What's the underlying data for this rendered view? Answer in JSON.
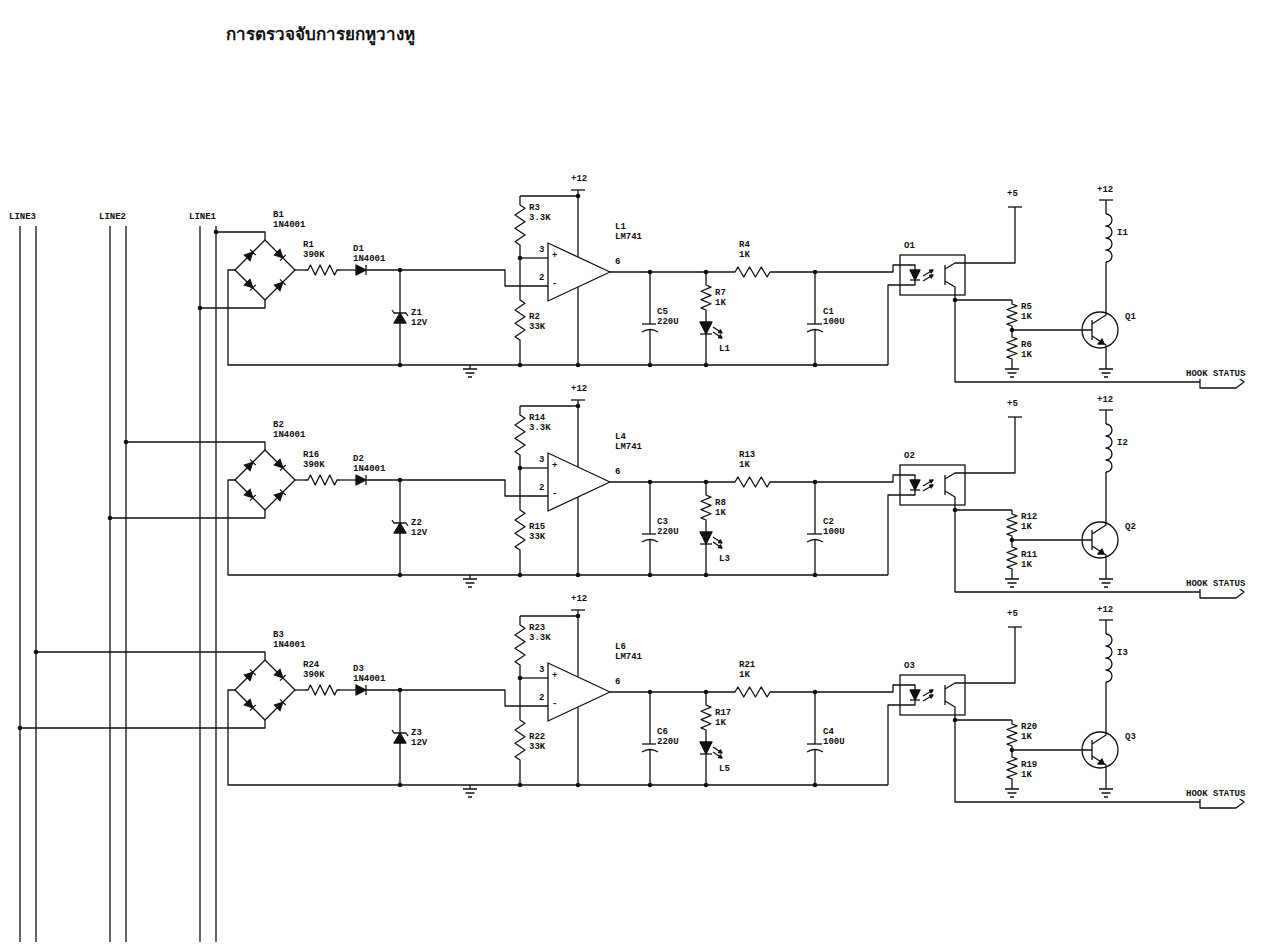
{
  "diagram": {
    "title": "การตรวจจับการยกหูวางหู",
    "labels": [
      "LINE3",
      "LINE2",
      "LINE1",
      "B1",
      "1N4001",
      "R1",
      "390K",
      "D1",
      "1N4001",
      "Z1",
      "12V",
      "R3",
      "3.3K",
      "L1",
      "LM741",
      "+12",
      "3",
      "2",
      "6",
      "+",
      "-",
      "R2",
      "33K",
      "C5",
      "220U",
      "R7",
      "1K",
      "L1",
      "R4",
      "1K",
      "C1",
      "100U",
      "O1",
      "+5",
      "+12",
      "I1",
      "R5",
      "1K",
      "R6",
      "1K",
      "Q1",
      "HOOK STATUS",
      "B2",
      "1N4001",
      "R16",
      "390K",
      "D2",
      "1N4001",
      "Z2",
      "12V",
      "R14",
      "3.3K",
      "L4",
      "LM741",
      "+12",
      "3",
      "2",
      "6",
      "+",
      "-",
      "R15",
      "33K",
      "C3",
      "220U",
      "R8",
      "1K",
      "L3",
      "R13",
      "1K",
      "C2",
      "100U",
      "O2",
      "+5",
      "+12",
      "I2",
      "R12",
      "1K",
      "R11",
      "1K",
      "Q2",
      "HOOK STATUS",
      "B3",
      "1N4001",
      "R24",
      "390K",
      "D3",
      "1N4001",
      "Z3",
      "12V",
      "R23",
      "3.3K",
      "L6",
      "LM741",
      "+12",
      "3",
      "2",
      "6",
      "+",
      "-",
      "R22",
      "33K",
      "C6",
      "220U",
      "R17",
      "1K",
      "L5",
      "R21",
      "1K",
      "C4",
      "100U",
      "O3",
      "+5",
      "+12",
      "I3",
      "R20",
      "1K",
      "R19",
      "1K",
      "Q3",
      "HOOK STATUS"
    ]
  }
}
